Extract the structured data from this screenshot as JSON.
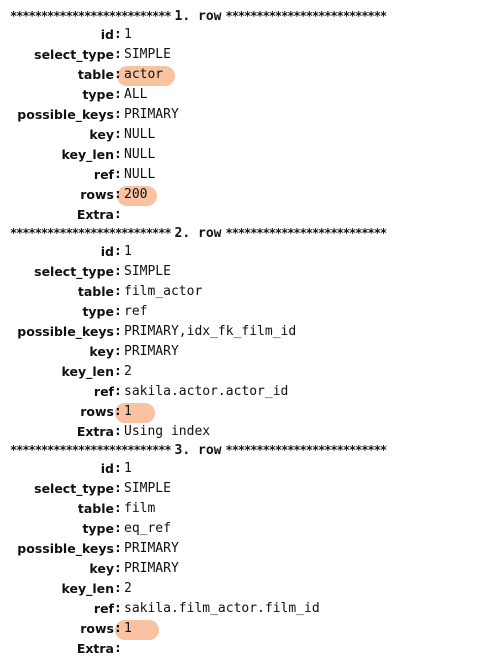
{
  "separator_stars": "**************************",
  "rows": [
    {
      "label": "1. row",
      "fields": [
        {
          "key": "id",
          "value": "1",
          "highlight": false
        },
        {
          "key": "select_type",
          "value": "SIMPLE",
          "highlight": false
        },
        {
          "key": "table",
          "value": "actor",
          "highlight": true
        },
        {
          "key": "type",
          "value": "ALL",
          "highlight": false
        },
        {
          "key": "possible_keys",
          "value": "PRIMARY",
          "highlight": false
        },
        {
          "key": "key",
          "value": "NULL",
          "highlight": false
        },
        {
          "key": "key_len",
          "value": "NULL",
          "highlight": false
        },
        {
          "key": "ref",
          "value": "NULL",
          "highlight": false
        },
        {
          "key": "rows",
          "value": "200",
          "highlight": true
        },
        {
          "key": "Extra",
          "value": "",
          "highlight": false
        }
      ]
    },
    {
      "label": "2. row",
      "fields": [
        {
          "key": "id",
          "value": "1",
          "highlight": false
        },
        {
          "key": "select_type",
          "value": "SIMPLE",
          "highlight": false
        },
        {
          "key": "table",
          "value": "film_actor",
          "highlight": false
        },
        {
          "key": "type",
          "value": "ref",
          "highlight": false
        },
        {
          "key": "possible_keys",
          "value": "PRIMARY,idx_fk_film_id",
          "highlight": false
        },
        {
          "key": "key",
          "value": "PRIMARY",
          "highlight": false
        },
        {
          "key": "key_len",
          "value": "2",
          "highlight": false
        },
        {
          "key": "ref",
          "value": "sakila.actor.actor_id",
          "highlight": false
        },
        {
          "key": "rows",
          "value": "1",
          "highlight": true
        },
        {
          "key": "Extra",
          "value": "Using index",
          "highlight": false
        }
      ]
    },
    {
      "label": "3. row",
      "fields": [
        {
          "key": "id",
          "value": "1",
          "highlight": false
        },
        {
          "key": "select_type",
          "value": "SIMPLE",
          "highlight": false
        },
        {
          "key": "table",
          "value": "film",
          "highlight": false
        },
        {
          "key": "type",
          "value": "eq_ref",
          "highlight": false
        },
        {
          "key": "possible_keys",
          "value": "PRIMARY",
          "highlight": false
        },
        {
          "key": "key",
          "value": "PRIMARY",
          "highlight": false
        },
        {
          "key": "key_len",
          "value": "2",
          "highlight": false
        },
        {
          "key": "ref",
          "value": "sakila.film_actor.film_id",
          "highlight": false
        },
        {
          "key": "rows",
          "value": "1",
          "highlight": true
        },
        {
          "key": "Extra",
          "value": "",
          "highlight": false
        }
      ]
    }
  ],
  "colors": {
    "highlight": "#f9c2a0",
    "text": "#111111",
    "background": "#ffffff"
  }
}
